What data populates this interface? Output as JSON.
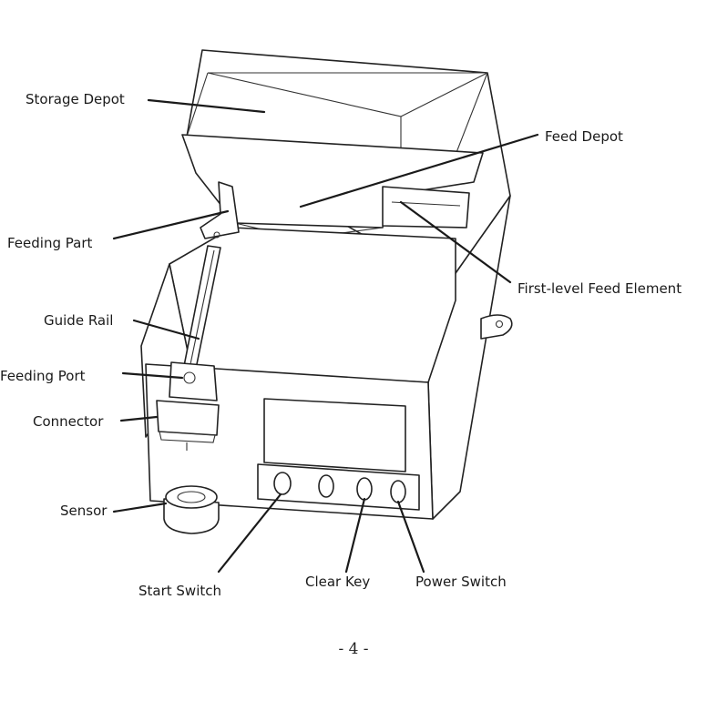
{
  "labels": {
    "storage_depot": "Storage Depot",
    "feed_depot": "Feed Depot",
    "feeding_part": "Feeding Part",
    "first_level_feed_element": "First-level Feed Element",
    "guide_rail": "Guide  Rail",
    "feeding_port": "Feeding  Port",
    "connector": "Connector",
    "sensor": "Sensor",
    "start_switch": "Start  Switch",
    "clear_key": "Clear  Key",
    "power_switch": "Power Switch"
  },
  "page_number": "- 4 -"
}
